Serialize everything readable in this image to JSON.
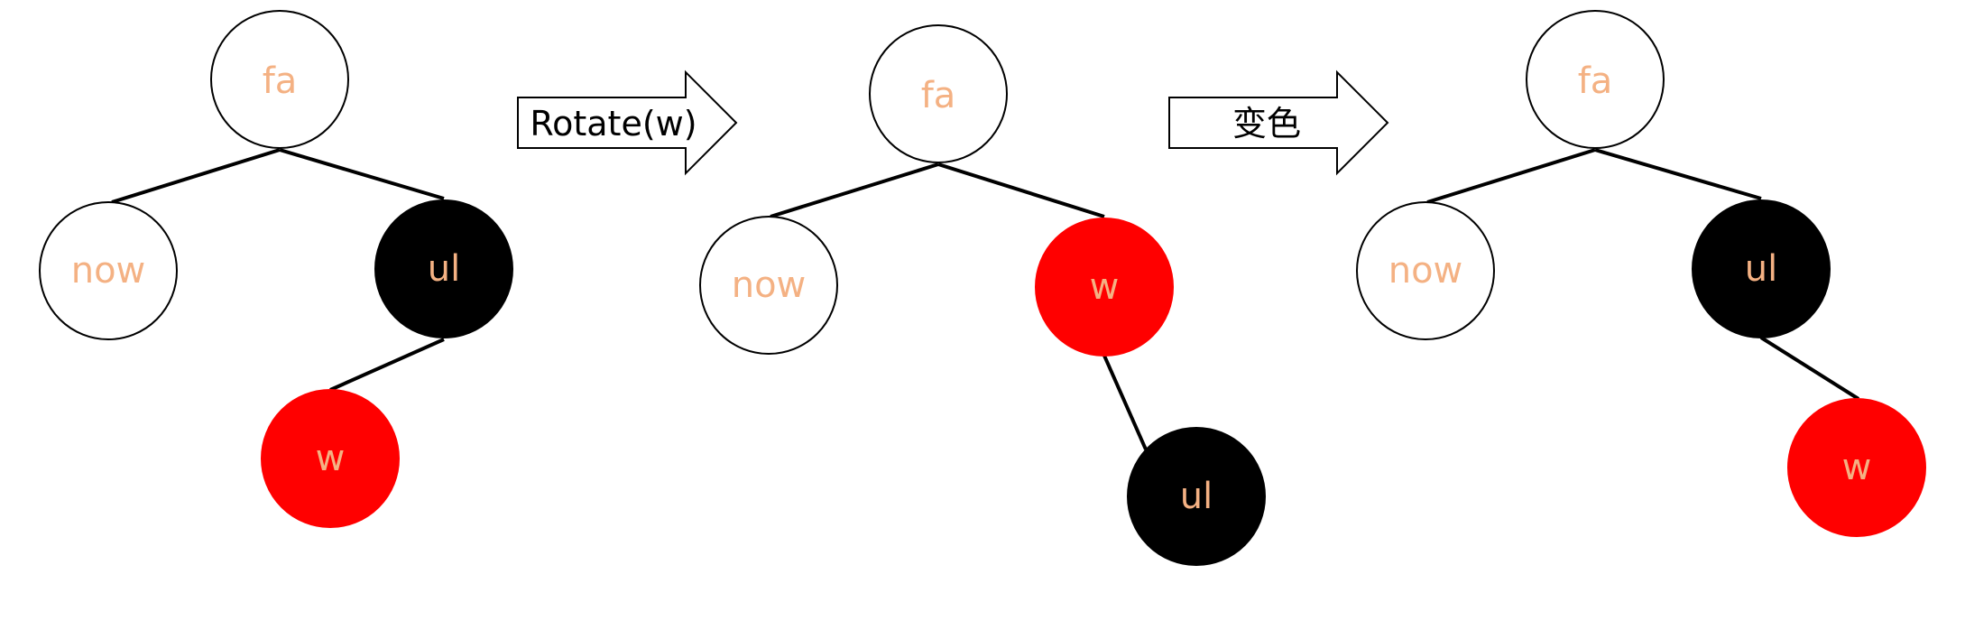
{
  "colors": {
    "label": "#F4B183",
    "red_node": "#FF0000",
    "black_node": "#000000",
    "white_node": "#FFFFFF",
    "edge": "#000000"
  },
  "arrows": [
    {
      "label": "Rotate(w)"
    },
    {
      "label": "变色"
    }
  ],
  "trees": [
    {
      "nodes": [
        {
          "id": "fa",
          "label": "fa",
          "color": "white"
        },
        {
          "id": "now",
          "label": "now",
          "color": "white"
        },
        {
          "id": "ul",
          "label": "ul",
          "color": "black"
        },
        {
          "id": "w",
          "label": "w",
          "color": "red"
        }
      ],
      "edges": [
        [
          "fa",
          "now"
        ],
        [
          "fa",
          "ul"
        ],
        [
          "ul",
          "w"
        ]
      ]
    },
    {
      "nodes": [
        {
          "id": "fa",
          "label": "fa",
          "color": "white"
        },
        {
          "id": "now",
          "label": "now",
          "color": "white"
        },
        {
          "id": "w",
          "label": "w",
          "color": "red"
        },
        {
          "id": "ul",
          "label": "ul",
          "color": "black"
        }
      ],
      "edges": [
        [
          "fa",
          "now"
        ],
        [
          "fa",
          "w"
        ],
        [
          "w",
          "ul"
        ]
      ]
    },
    {
      "nodes": [
        {
          "id": "fa",
          "label": "fa",
          "color": "white"
        },
        {
          "id": "now",
          "label": "now",
          "color": "white"
        },
        {
          "id": "ul",
          "label": "ul",
          "color": "black"
        },
        {
          "id": "w",
          "label": "w",
          "color": "red"
        }
      ],
      "edges": [
        [
          "fa",
          "now"
        ],
        [
          "fa",
          "ul"
        ],
        [
          "ul",
          "w"
        ]
      ]
    }
  ]
}
